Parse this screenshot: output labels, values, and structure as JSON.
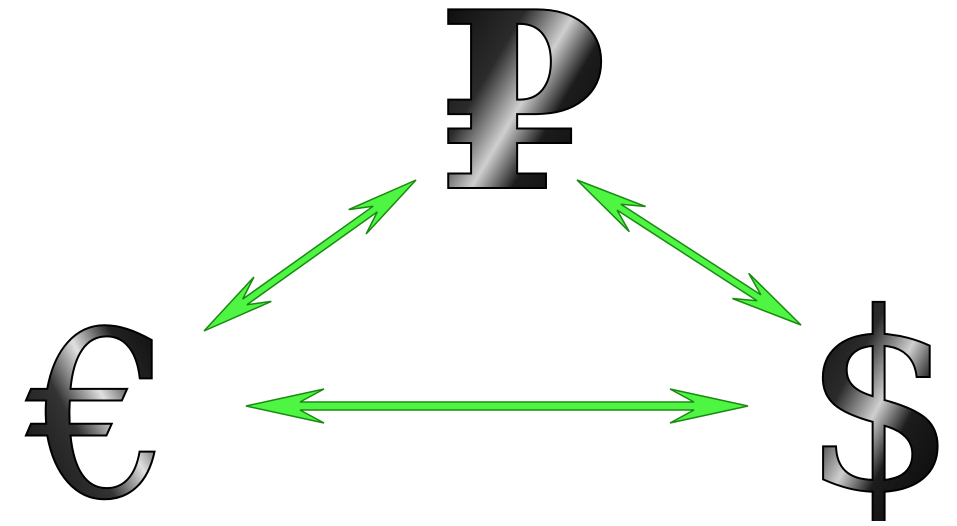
{
  "symbols": {
    "ruble": "₽",
    "euro": "€",
    "dollar": "$"
  },
  "colors": {
    "background": "#ffffff",
    "arrow_fill": "#4ef542",
    "arrow_stroke": "#1a8a12",
    "symbol_dark": "#0a0a0a",
    "symbol_mid": "#3a3a3a",
    "symbol_highlight": "#d8d8d8"
  },
  "arrows": [
    {
      "from": "euro",
      "to": "ruble",
      "style": "double-headed"
    },
    {
      "from": "ruble",
      "to": "dollar",
      "style": "double-headed"
    },
    {
      "from": "euro",
      "to": "dollar",
      "style": "double-headed"
    }
  ]
}
